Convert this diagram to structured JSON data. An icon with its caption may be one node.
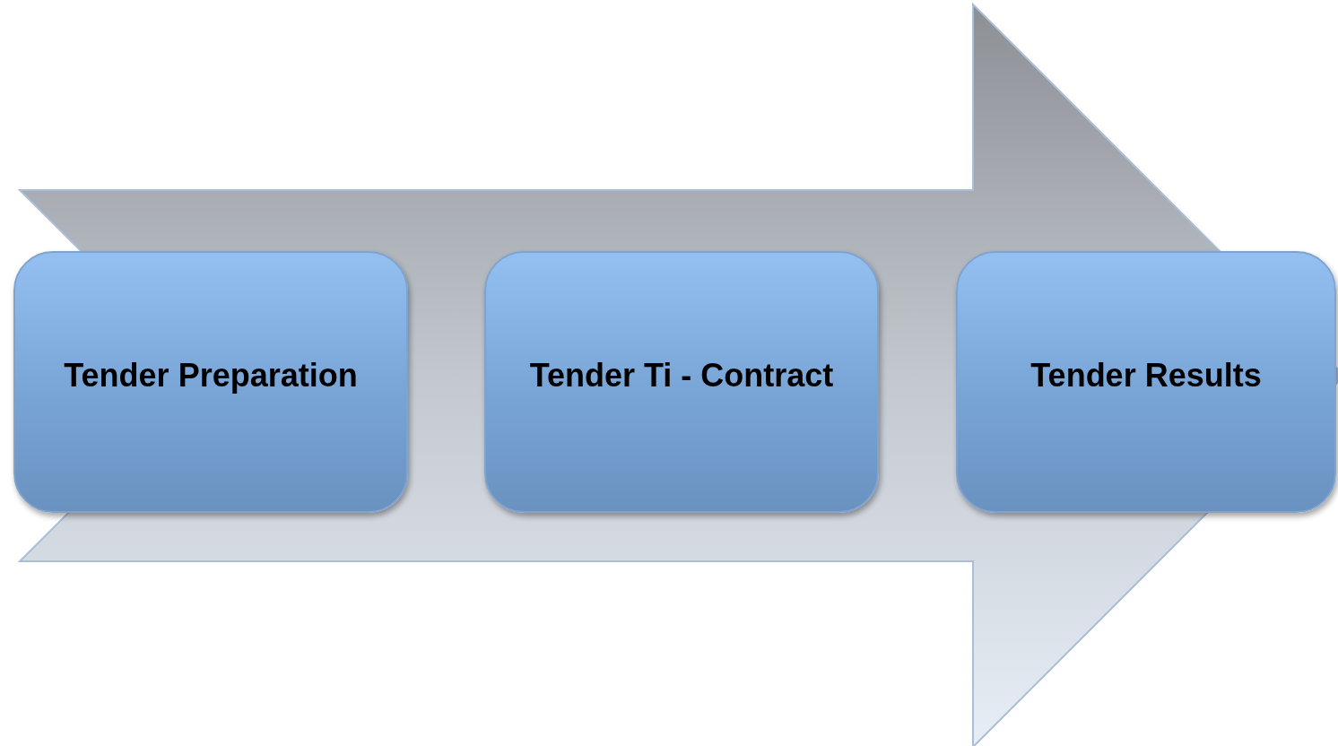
{
  "diagram": {
    "nodes": [
      {
        "text": [
          "Tender Preparation"
        ]
      },
      {
        "text": [
          "Tender Ti - Contract"
        ]
      },
      {
        "text": [
          "Tender Results"
        ]
      }
    ],
    "edges": [
      {
        "from": 0,
        "to": 2,
        "arrow": "to"
      }
    ]
  }
}
